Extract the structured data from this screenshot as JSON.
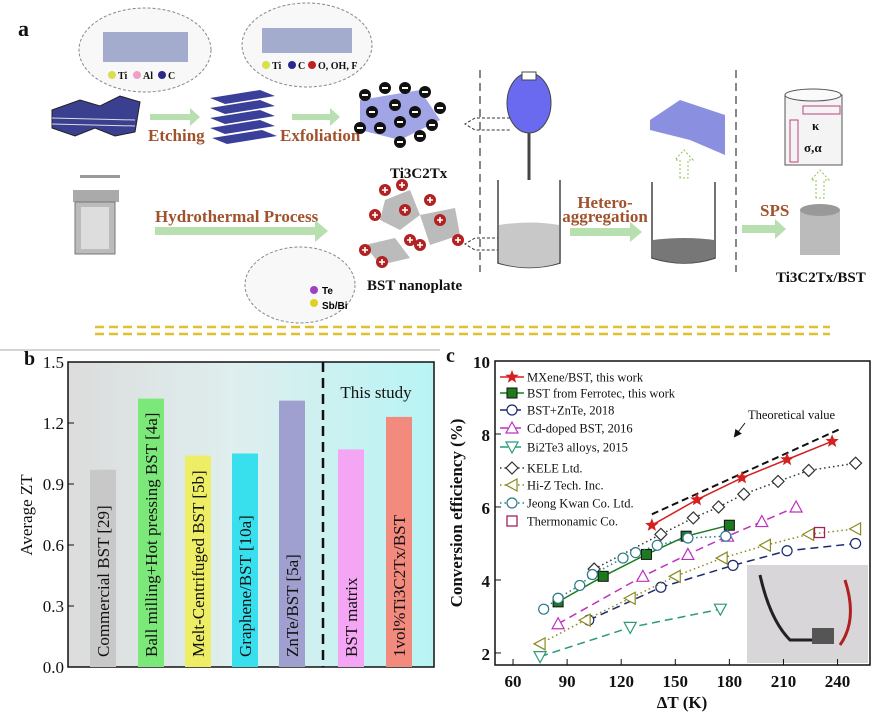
{
  "panel_labels": {
    "a": "a",
    "b": "b",
    "c": "c"
  },
  "schematic": {
    "steps": {
      "etching": "Etching",
      "exfoliation": "Exfoliation",
      "hydrothermal": "Hydrothermal Process",
      "hetero1": "Hetero-",
      "hetero2": "aggregation",
      "sps": "SPS"
    },
    "products": {
      "mxene": "Ti3C2Tx",
      "bst": "BST nanoplate",
      "composite": "Ti3C2Tx/BST"
    },
    "legend_max": [
      "Ti",
      "Al",
      "C"
    ],
    "legend_mxene": [
      "Ti",
      "C",
      "O, OH, F"
    ],
    "legend_bst": [
      "Te",
      "Sb/Bi"
    ],
    "properties": {
      "kappa": "κ",
      "sigma_alpha": "σ,α"
    },
    "colors": {
      "arrow": "#b7dfb0",
      "mxene": "#8a8fe0",
      "label": "#a0522d",
      "charge": "#b22222"
    }
  },
  "chart_data": [
    {
      "type": "bar",
      "title": "",
      "xlabel": "",
      "ylabel": "Average ZT",
      "ylim": [
        0,
        1.5
      ],
      "yticks": [
        "0.0",
        "0.3",
        "0.6",
        "0.9",
        "1.2",
        "1.5"
      ],
      "categories": [
        "Commercial BST [29]",
        "Ball milling+Hot pressing BST [4a]",
        "Melt-Centrifuged BST [5b]",
        "Graphene/BST [10a]",
        "ZnTe/BST [5a]",
        "BST matrix",
        "1vol%Ti3C2Tx/BST"
      ],
      "values": [
        0.97,
        1.32,
        1.04,
        1.05,
        1.31,
        1.07,
        1.23
      ],
      "colors": [
        "#c8c8c8",
        "#7de87a",
        "#eeee66",
        "#38e0ee",
        "#a0a0d0",
        "#f4a6f4",
        "#f28a7e"
      ],
      "annotation": "This study"
    },
    {
      "type": "line",
      "xlabel": "ΔT (K)",
      "ylabel": "Conversion efficiency (%)",
      "xlim": [
        50,
        258
      ],
      "ylim": [
        1.67,
        10
      ],
      "xticks": [
        60,
        90,
        120,
        150,
        180,
        210,
        240
      ],
      "yticks": [
        2,
        4,
        6,
        8,
        10
      ],
      "annotation": "Theoretical value",
      "theoretical": {
        "x": [
          137,
          242
        ],
        "y": [
          5.8,
          8.15
        ]
      },
      "legend_position": "top-left",
      "series": [
        {
          "name": "MXene/BST, this work",
          "color": "#d42020",
          "marker": "star",
          "dash": "solid",
          "x": [
            137,
            162,
            187,
            212,
            237
          ],
          "y": [
            5.5,
            6.2,
            6.8,
            7.3,
            7.8
          ]
        },
        {
          "name": "BST from Ferrotec, this work",
          "color": "#1e7a1e",
          "marker": "square-filled",
          "dash": "solid",
          "x": [
            85,
            110,
            134,
            156,
            180
          ],
          "y": [
            3.4,
            4.1,
            4.7,
            5.2,
            5.5
          ]
        },
        {
          "name": "BST+ZnTe, 2018",
          "color": "#1a2a6c",
          "marker": "circle",
          "dash": "dash",
          "x": [
            102,
            142,
            182,
            212,
            250
          ],
          "y": [
            2.9,
            3.8,
            4.4,
            4.8,
            5.0
          ]
        },
        {
          "name": "Cd-doped BST, 2016",
          "color": "#c030c0",
          "marker": "triangle-up",
          "dash": "dash",
          "x": [
            85,
            132,
            157,
            179,
            198,
            217
          ],
          "y": [
            2.8,
            4.1,
            4.7,
            5.2,
            5.6,
            6.0
          ]
        },
        {
          "name": "Bi2Te3 alloys, 2015",
          "color": "#2a9a7a",
          "marker": "triangle-down",
          "dash": "dash",
          "x": [
            75,
            125,
            175
          ],
          "y": [
            1.9,
            2.7,
            3.2
          ]
        },
        {
          "name": "KELE Ltd.",
          "color": "#333333",
          "marker": "diamond",
          "dash": "dot",
          "x": [
            105,
            142,
            160,
            174,
            188,
            207,
            224,
            250
          ],
          "y": [
            4.3,
            5.25,
            5.7,
            6.0,
            6.35,
            6.7,
            7.0,
            7.2
          ]
        },
        {
          "name": "Hi-Z Tech. Inc.",
          "color": "#8a8a20",
          "marker": "triangle-left",
          "dash": "dot",
          "x": [
            75,
            100,
            125,
            150,
            176,
            200,
            224,
            250
          ],
          "y": [
            2.25,
            2.9,
            3.5,
            4.1,
            4.6,
            4.95,
            5.25,
            5.4
          ]
        },
        {
          "name": "Jeong Kwan Co. Ltd.",
          "color": "#2a7a8a",
          "marker": "circle",
          "dash": "dot",
          "x": [
            77,
            85,
            97,
            104,
            121,
            128,
            140,
            157,
            178
          ],
          "y": [
            3.2,
            3.5,
            3.85,
            4.15,
            4.6,
            4.75,
            4.95,
            5.15,
            5.2
          ]
        },
        {
          "name": "Thermonamic Co.",
          "color": "#a02060",
          "marker": "square",
          "dash": "none",
          "x": [
            230
          ],
          "y": [
            5.3
          ]
        }
      ]
    }
  ]
}
